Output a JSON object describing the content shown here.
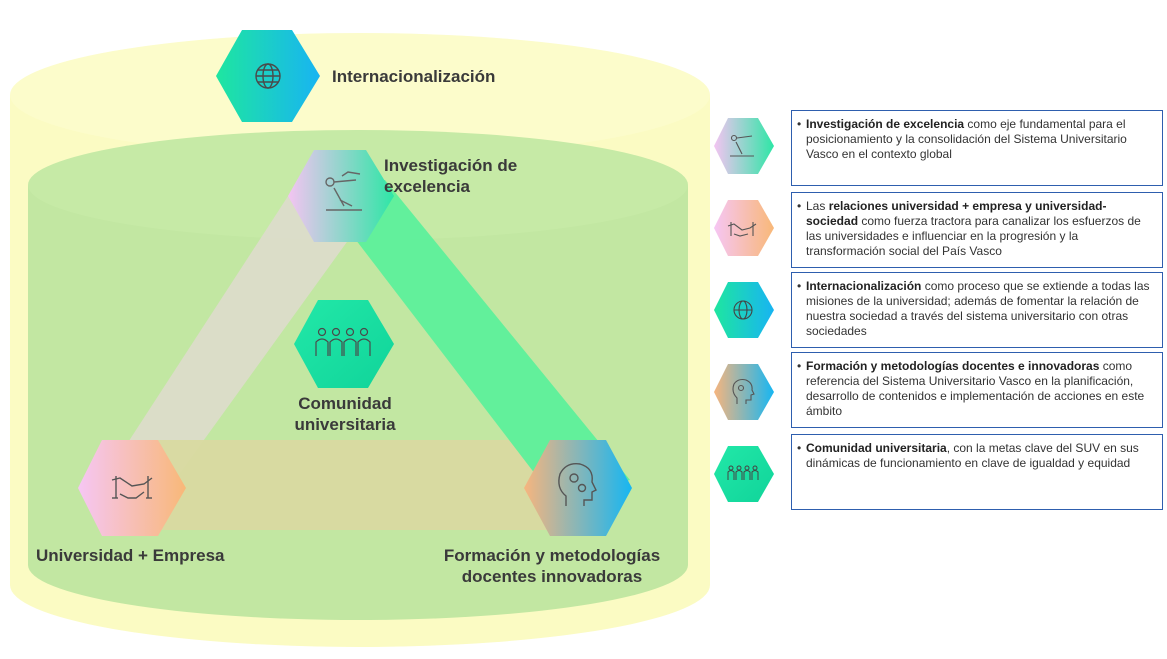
{
  "diagram": {
    "center_label": "Comunidad universitaria",
    "nodes": {
      "internacionalizacion": "Internacionalización",
      "investigacion": "Investigación de excelencia",
      "universidad_empresa": "Universidad + Empresa",
      "formacion": "Formación y metodologías docentes innovadoras"
    },
    "icons": {
      "internacionalizacion": "globe-icon",
      "investigacion": "microscope-icon",
      "comunidad": "people-group-icon",
      "universidad_empresa": "handshake-icon",
      "formacion": "head-gears-icon"
    },
    "colors": {
      "outer_cylinder": "#fbfbc3",
      "inner_cylinder": "#c3e7a3",
      "teal": "#1ee0a0",
      "blue": "#1ab8f0",
      "pink": "#f6c8f0",
      "orange": "#f8b87a"
    }
  },
  "descriptions": [
    {
      "icon": "microscope-icon",
      "bold": "Investigación de excelencia",
      "text": " como eje fundamental para el posicionamiento y la consolidación del Sistema Universitario Vasco en el contexto global"
    },
    {
      "icon": "handshake-icon",
      "pre": "Las ",
      "bold": "relaciones universidad + empresa y universidad-sociedad",
      "text": " como fuerza tractora para canalizar los esfuerzos de las universidades e influenciar en la progresión y la transformación social del País Vasco"
    },
    {
      "icon": "globe-icon",
      "bold": "Internacionalización",
      "text": " como proceso que se extiende a todas las misiones de la universidad; además de fomentar la relación de nuestra sociedad a través del sistema universitario con otras sociedades"
    },
    {
      "icon": "head-gears-icon",
      "bold": "Formación y metodologías docentes e innovadoras",
      "text": " como referencia del Sistema Universitario Vasco en la planificación, desarrollo de contenidos e implementación de acciones en este ámbito"
    },
    {
      "icon": "people-group-icon",
      "bold": "Comunidad universitaria",
      "text": ", con la metas clave del SUV en sus dinámicas de funcionamiento en clave de igualdad y equidad"
    }
  ]
}
